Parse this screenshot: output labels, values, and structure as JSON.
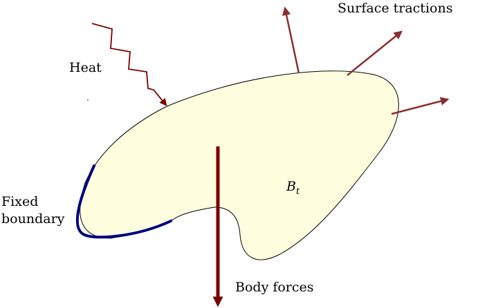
{
  "labels": {
    "heat": "Heat",
    "surface_tractions": "Surface tractions",
    "fixed_line1": "Fixed",
    "fixed_line2": "boundary",
    "body_forces": "Body forces",
    "body_symbol": "B",
    "body_subscript": "t"
  },
  "colors": {
    "body_fill": "#ffffe0",
    "outline": "#000000",
    "traction_arrow": "#8b2e2e",
    "heat_arrow": "#7a0000",
    "body_force_arrow": "#7a0000",
    "fixed_boundary": "#000080"
  },
  "icons": {
    "heat": "zigzag-arrow-icon",
    "traction": "arrow-icon",
    "body_force": "arrow-icon"
  }
}
